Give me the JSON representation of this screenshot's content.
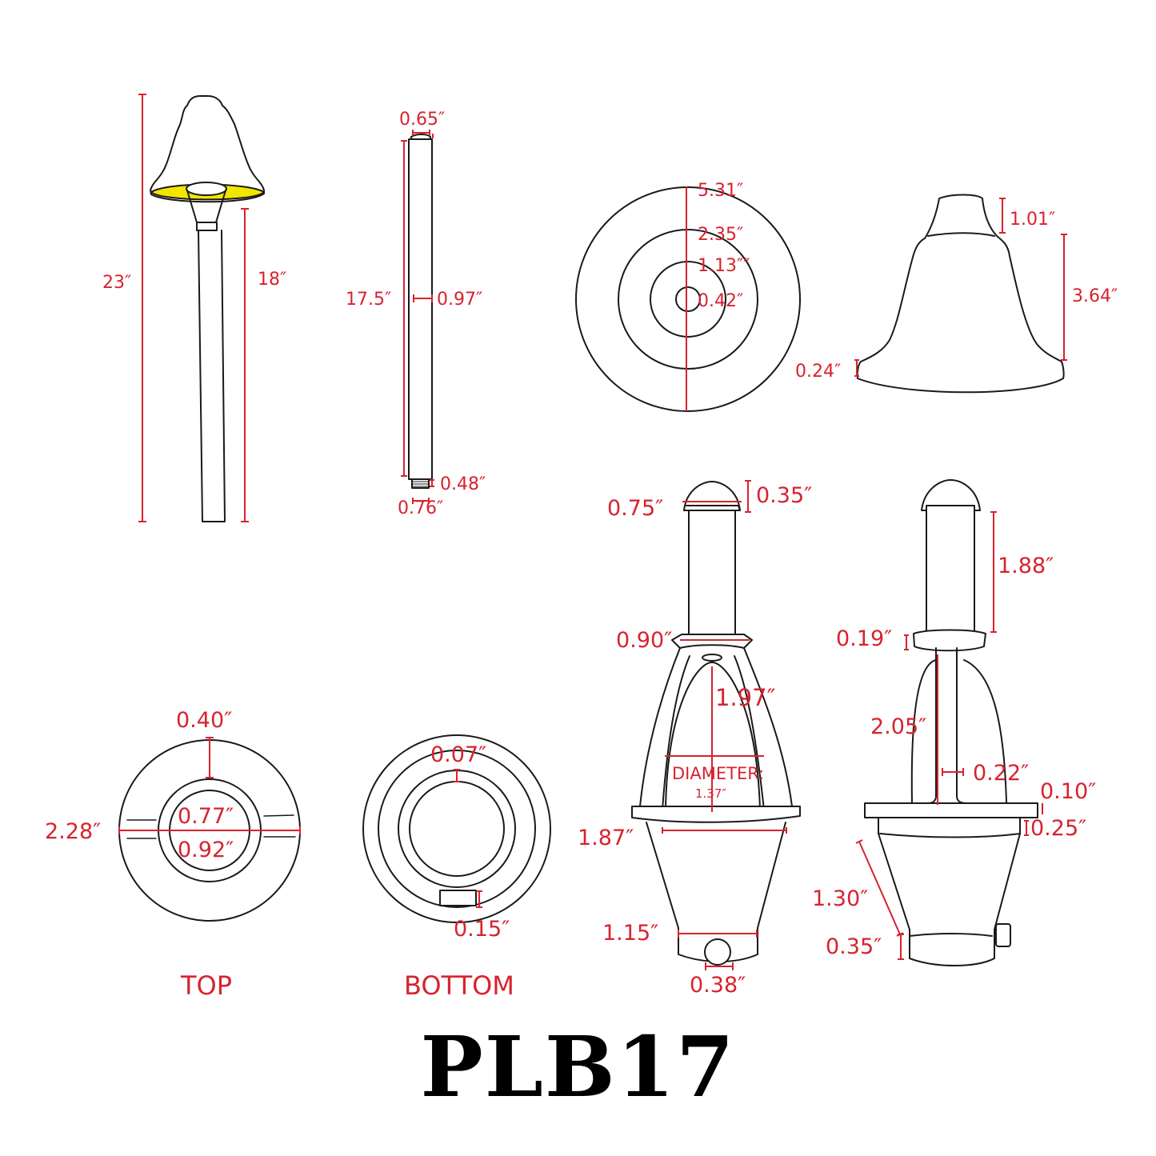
{
  "title": "PLB17",
  "colors": {
    "dimension": "#d7232f",
    "outline": "#1a1a1a",
    "reflector": "#f2e600",
    "background": "#ffffff"
  },
  "views": {
    "full_fixture": {
      "overall_height": "23″",
      "stem_height": "18″"
    },
    "stem_rod": {
      "top_fitting_width": "0.65″",
      "length": "17.5″",
      "diameter": "0.97″",
      "thread_height": "0.48″",
      "thread_width": "0.76″"
    },
    "shade_top": {
      "outer": "5.31″",
      "ring_2": "2.35″",
      "ring_3": "1.13″″",
      "center_hole": "0.42″"
    },
    "shade_side": {
      "top_height": "1.01″",
      "body_height": "3.64″",
      "lip_height": "0.24″"
    },
    "housing_front": {
      "cap_width": "0.75″",
      "cap_height": "0.35″",
      "collar_width": "0.90″",
      "cage_height": "1.97″",
      "cage_diameter_label": "DIAMETER:",
      "cage_diameter": "1.37″",
      "plate_width": "1.87″",
      "base_width": "1.15″",
      "set_screw": "0.38″"
    },
    "housing_side": {
      "tube_height": "1.88″",
      "collar_height": "0.19″",
      "support_height": "2.05″",
      "support_width": "0.22″",
      "plate_thickness": "0.10″",
      "neck_height": "0.25″",
      "cone_length": "1.30″",
      "base_height": "0.35″"
    },
    "top_view": {
      "label": "TOP",
      "rim_width": "0.40″",
      "overall_diameter": "2.28″",
      "inner_diameter": "0.77″",
      "ring_diameter": "0.92″"
    },
    "bottom_view": {
      "label": "BOTTOM",
      "ring_gap": "0.07″",
      "screw_height": "0.15″"
    }
  }
}
